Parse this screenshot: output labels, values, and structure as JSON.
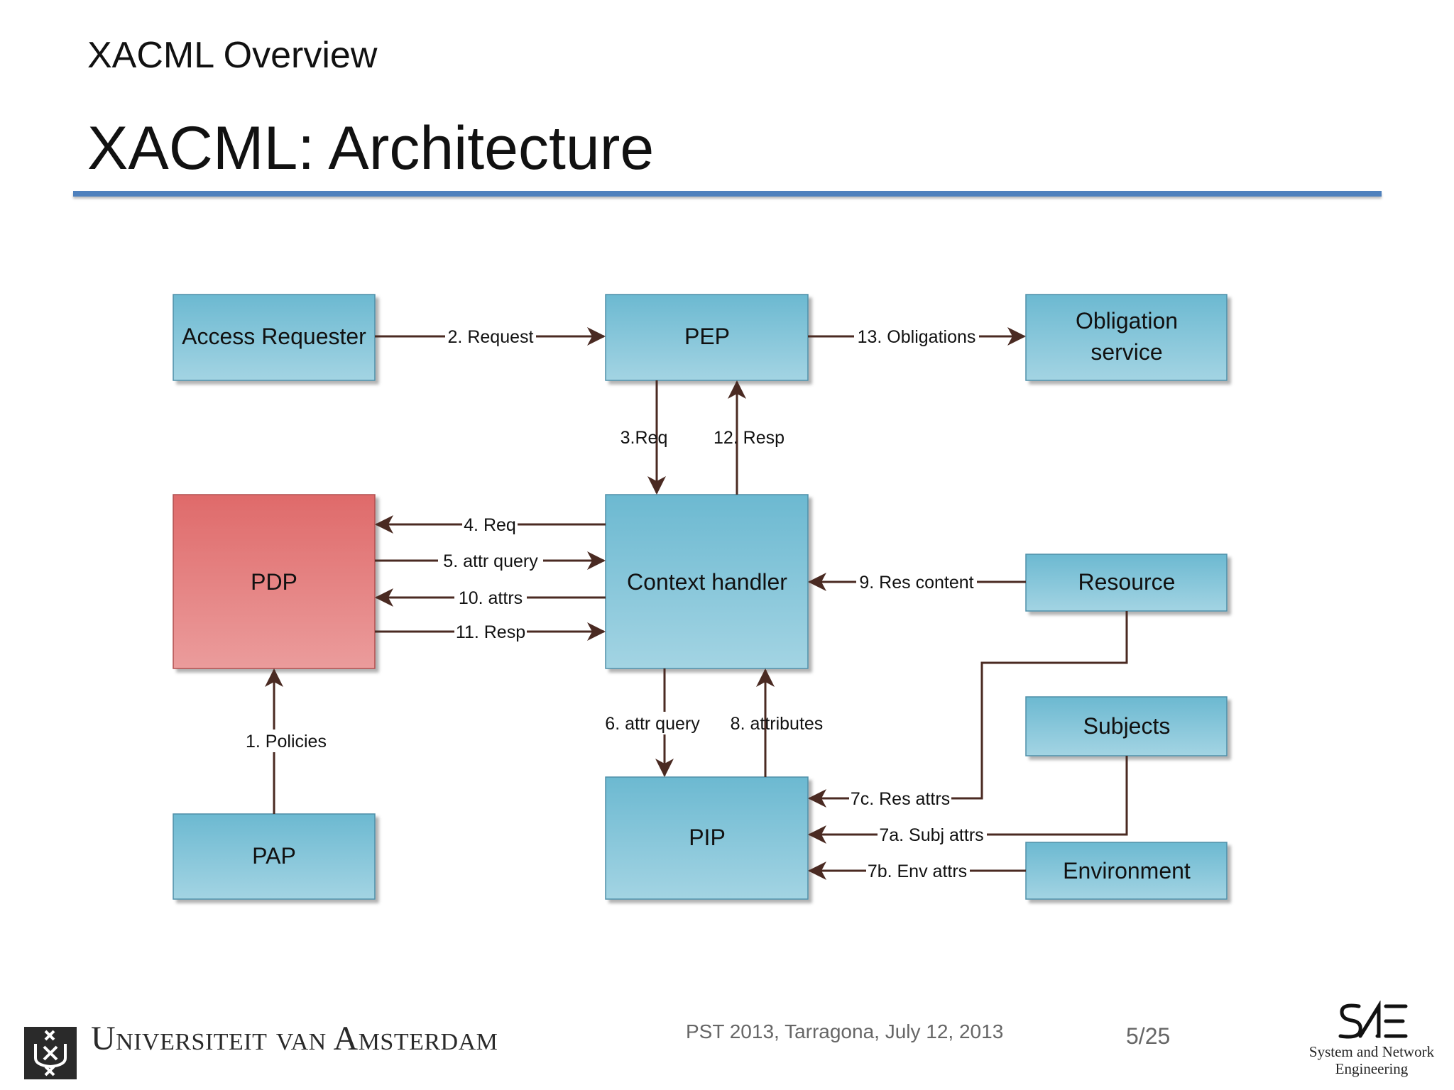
{
  "header": {
    "section": "XACML Overview",
    "title": "XACML: Architecture"
  },
  "diagram": {
    "nodes": {
      "access_requester": "Access Requester",
      "pep": "PEP",
      "obligation_service_line1": "Obligation",
      "obligation_service_line2": "service",
      "pdp": "PDP",
      "context_handler": "Context handler",
      "resource": "Resource",
      "subjects": "Subjects",
      "pap": "PAP",
      "pip": "PIP",
      "environment": "Environment"
    },
    "edges": {
      "request": "2. Request",
      "obligations": "13. Obligations",
      "req3": "3.Req",
      "resp12": "12. Resp",
      "req4": "4. Req",
      "attr_query5": "5. attr query",
      "attrs10": "10. attrs",
      "resp11": "11. Resp",
      "res_content": "9. Res content",
      "policies": "1. Policies",
      "attr_query6": "6. attr query",
      "attributes8": "8. attributes",
      "res_attrs": "7c. Res attrs",
      "subj_attrs": "7a. Subj attrs",
      "env_attrs": "7b. Env attrs"
    },
    "colors": {
      "node_fill_top": "#6cb9d1",
      "node_fill_bottom": "#a3d4e3",
      "pdp_fill_top": "#df6a6a",
      "pdp_fill_bottom": "#eb9c9c",
      "arrow": "#4a2a22"
    }
  },
  "footer": {
    "university": "Universiteit van Amsterdam",
    "conference": "PST 2013, Tarragona, July 12, 2013",
    "page": "5/25",
    "sne_line1": "System and Network",
    "sne_line2": "Engineering",
    "sne_logo": "SNE"
  }
}
